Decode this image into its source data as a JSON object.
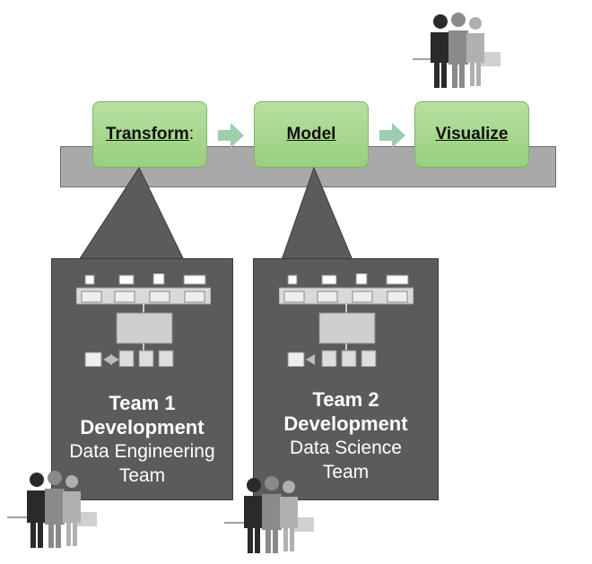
{
  "pipeline": {
    "stages": [
      {
        "label": "Transform",
        "suffix": ":"
      },
      {
        "label": "Model",
        "suffix": ""
      },
      {
        "label": "Visualize",
        "suffix": ""
      }
    ]
  },
  "teams": [
    {
      "title_line1": "Team 1",
      "title_line2": "Development",
      "name_line1": "Data Engineering",
      "name_line2": "Team"
    },
    {
      "title_line1": "Team 2",
      "title_line2": "Development",
      "name_line1": "Data Science",
      "name_line2": "Team"
    }
  ],
  "icons": {
    "people": "people-group-icon",
    "workflow": "workflow-diagram-icon",
    "arrow": "right-arrow-icon"
  },
  "colors": {
    "stage_fill": "#a8d98e",
    "bar": "#a9a9a9",
    "card": "#5b5b5b",
    "arrow": "#9ccfae"
  }
}
